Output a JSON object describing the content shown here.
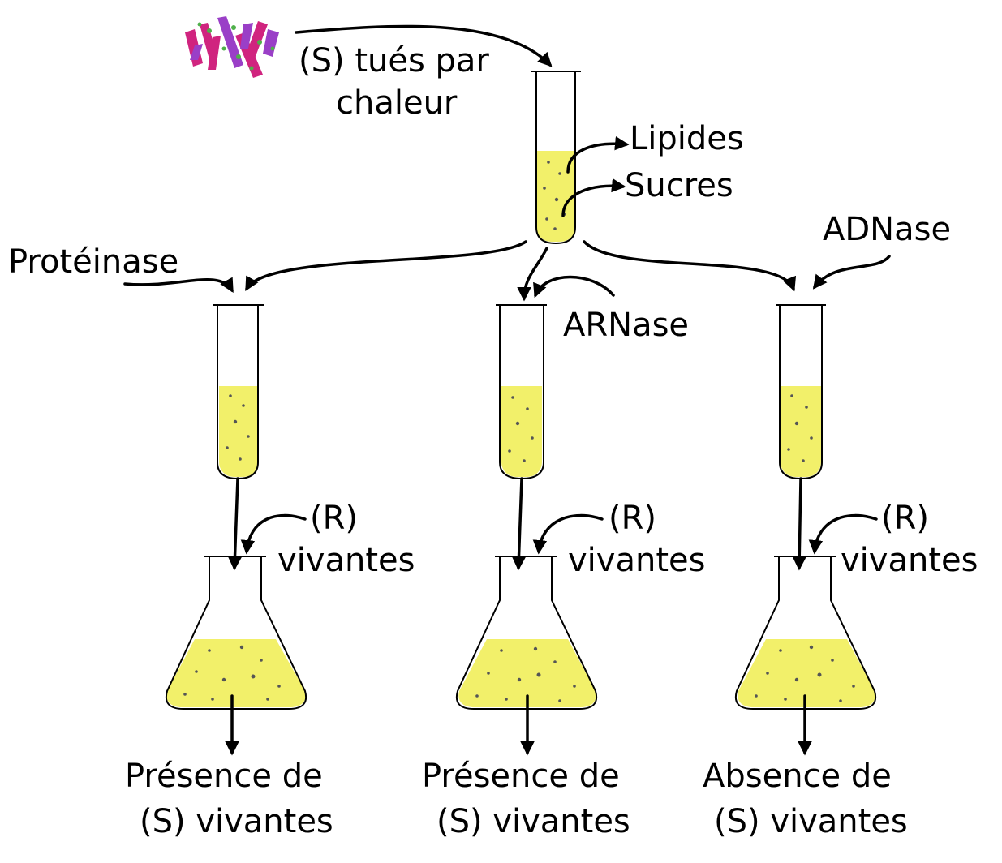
{
  "colors": {
    "liquid": "#f2f06a",
    "bacteria_magenta": "#d0247f",
    "bacteria_violet": "#9a3fc7",
    "bacteria_green": "#4fb04a"
  },
  "labels": {
    "heat_killed_line1": "(S) tués par",
    "heat_killed_line2": "chaleur",
    "lipids": "Lipides",
    "sugars": "Sucres",
    "proteinase": "Protéinase",
    "rnase": "ARNase",
    "dnase": "ADNase"
  },
  "branches": [
    {
      "r_line1": "(R)",
      "r_line2": "vivantes",
      "result_line1": "Présence de",
      "result_line2": "(S) vivantes"
    },
    {
      "r_line1": "(R)",
      "r_line2": "vivantes",
      "result_line1": "Présence de",
      "result_line2": "(S) vivantes"
    },
    {
      "r_line1": "(R)",
      "r_line2": "vivantes",
      "result_line1": "Absence de",
      "result_line2": "(S) vivantes"
    }
  ]
}
